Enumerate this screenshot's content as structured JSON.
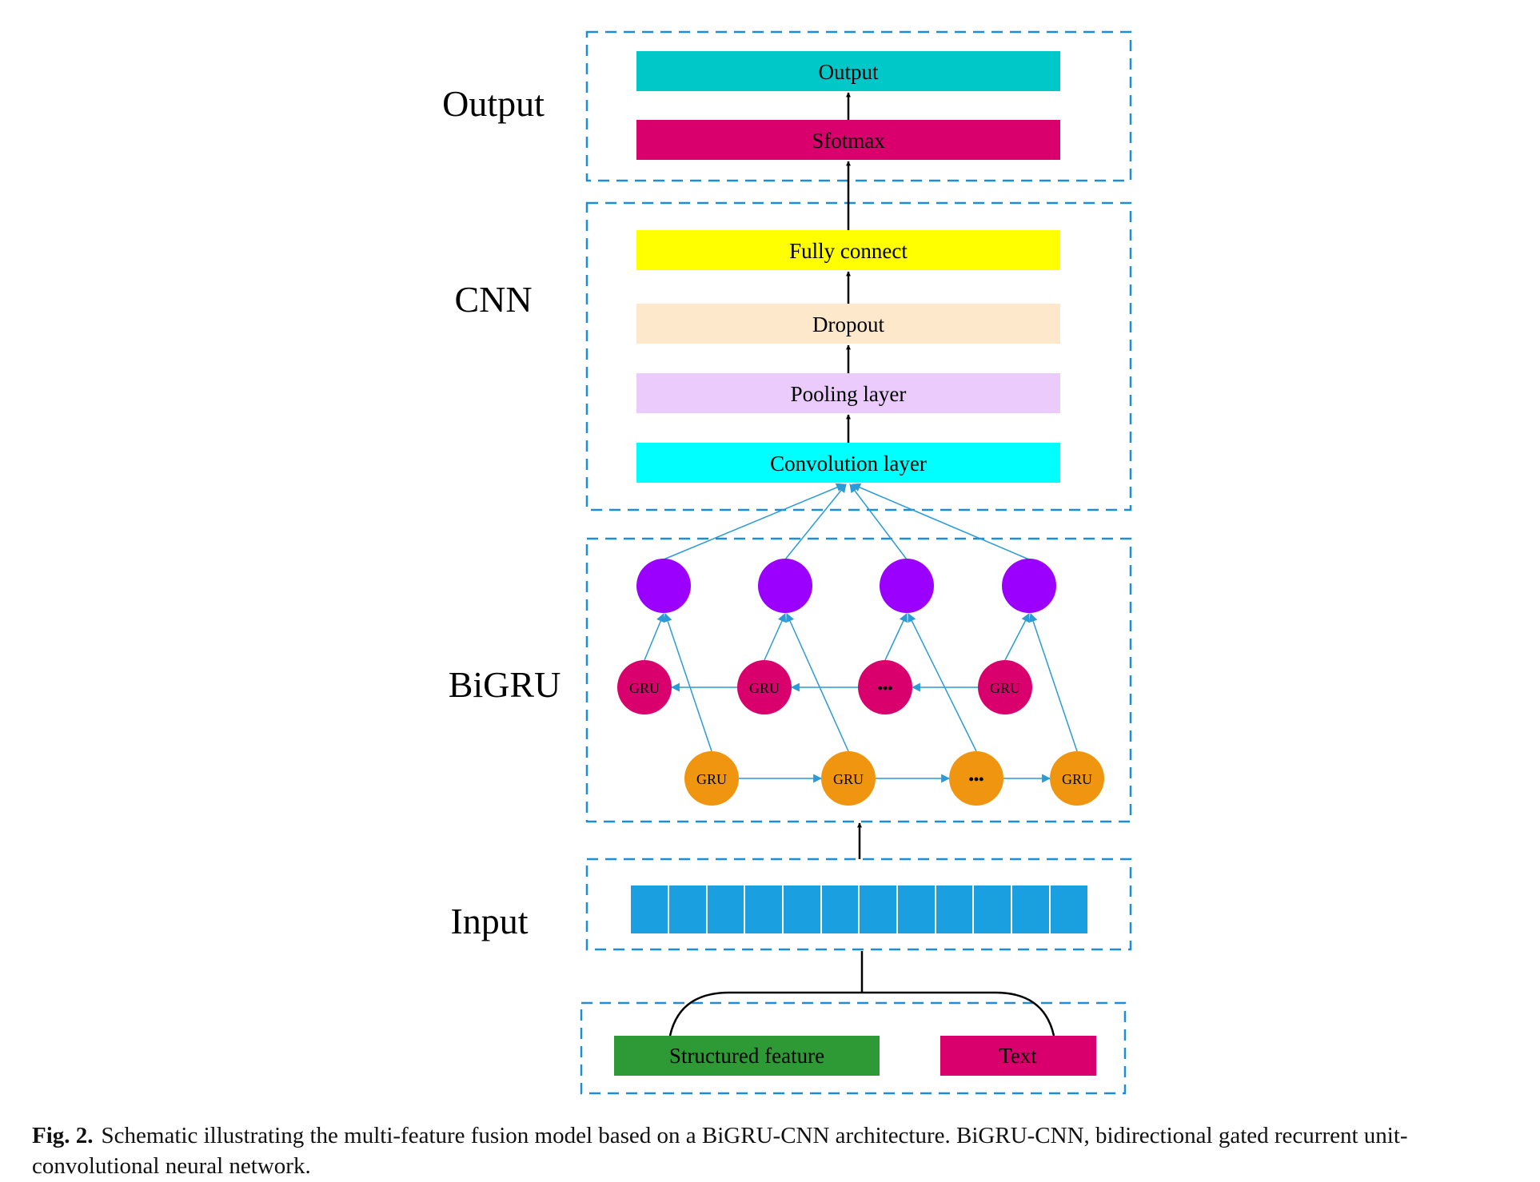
{
  "sections": {
    "output": "Output",
    "cnn": "CNN",
    "bigru": "BiGRU",
    "input": "Input"
  },
  "layers": {
    "output": "Output",
    "softmax": "Sfotmax",
    "fully_connect": "Fully connect",
    "dropout": "Dropout",
    "pooling": "Pooling layer",
    "convolution": "Convolution layer"
  },
  "gru": {
    "backward": [
      "GRU",
      "GRU",
      "•••",
      "GRU"
    ],
    "forward": [
      "GRU",
      "GRU",
      "•••",
      "GRU"
    ]
  },
  "features": {
    "structured": "Structured feature",
    "text": "Text"
  },
  "caption": {
    "label": "Fig. 2.",
    "text": "Schematic illustrating the multi-feature fusion model based on a BiGRU-CNN architecture. BiGRU-CNN, bidirectional gated recurrent unit-convolutional neural network."
  },
  "colors": {
    "output": "#00C8C8",
    "softmax": "#D9006E",
    "fully_connect": "#FFFF00",
    "dropout": "#FDE8CC",
    "pooling": "#EACBFC",
    "convolution": "#00FFFF",
    "hidden_node": "#9B00FF",
    "backward_gru": "#D9006E",
    "forward_gru": "#F0950F",
    "input_cell": "#1A9FE0",
    "structured_feature": "#2E9A35",
    "text_feature": "#D9006E",
    "dashed_frame": "#1A8FD8",
    "blue_arrow": "#2A9BD6"
  }
}
